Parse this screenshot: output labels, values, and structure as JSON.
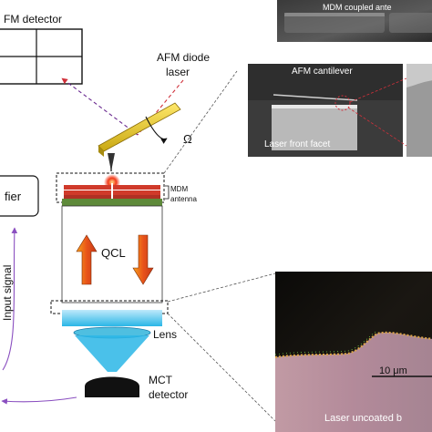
{
  "labels": {
    "fm_detector": "FM detector",
    "mdm_coupled": "MDM coupled ante",
    "afm_diode_line1": "AFM diode",
    "afm_diode_line2": "laser",
    "omega": "Ω",
    "afm_cantilever": "AFM cantilever",
    "laser_front_facet": "Laser front facet",
    "mdm_line1": "MDM",
    "mdm_line2": "antenna",
    "amplifier": "fier",
    "qcl": "QCL",
    "input_signal": "Input signal",
    "lens": "Lens",
    "mct_line1": "MCT",
    "mct_line2": "detector",
    "scale_bar": "10 μm",
    "laser_uncoated": "Laser  uncoated b"
  },
  "colors": {
    "laser_beam": "#d0303a",
    "signal_line": "#8a4fc0",
    "cantilever": "#f2d21c",
    "antenna_red": "#d03a2a",
    "substrate_green": "#5e8a3a",
    "arrow_orange": "#ef6a1a",
    "lens_blue": "#2ec6ec"
  }
}
